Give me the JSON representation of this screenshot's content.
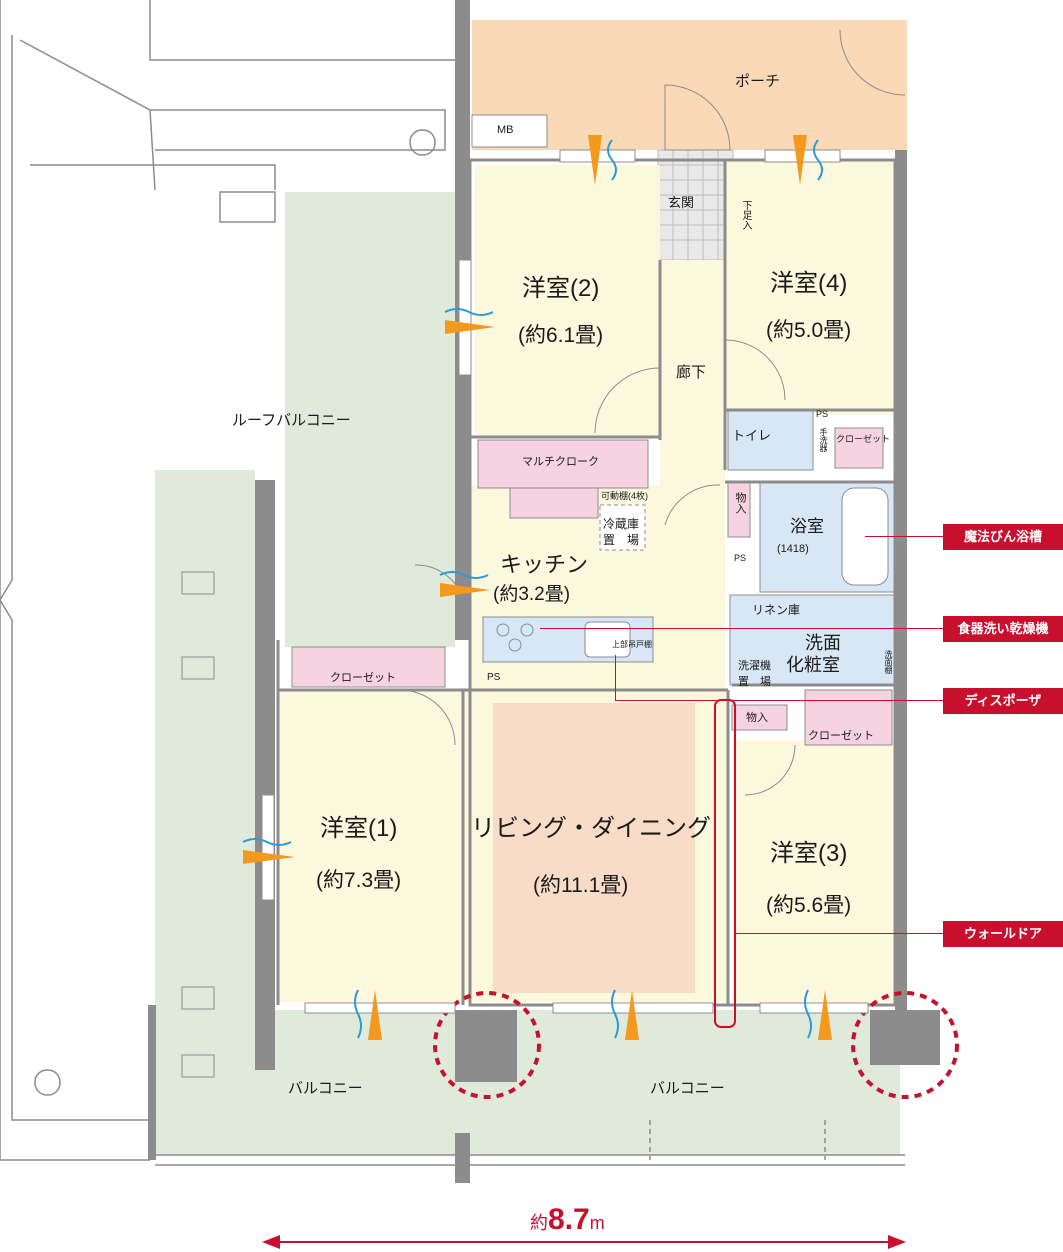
{
  "rooms": {
    "porch": "ポーチ",
    "mb": "MB",
    "genkan": "玄関",
    "shoe": "下足入",
    "room2": "洋室(2)",
    "room2_size": "(約6.1畳)",
    "room4": "洋室(4)",
    "room4_size": "(約5.0畳)",
    "hall": "廊下",
    "roof_balcony": "ルーフバルコニー",
    "toilet": "トイレ",
    "ps": "PS",
    "closet": "クローゼット",
    "multi_cloak": "マルチクローク",
    "movable_shelf": "可動棚(4枚)",
    "storage": "物入",
    "bath": "浴室",
    "bath_size": "(1418)",
    "fridge_1": "冷蔵庫",
    "fridge_2": "置　場",
    "kitchen": "キッチン",
    "kitchen_size": "(約3.2畳)",
    "linen": "リネン庫",
    "washroom_1": "洗面",
    "washroom_2": "化粧室",
    "washer_1": "洗濯機",
    "washer_2": "置　場",
    "upper_cabinet": "上部吊戸棚",
    "room1": "洋室(1)",
    "room1_size": "(約7.3畳)",
    "living": "リビング・ダイニング",
    "living_size": "(約11.1畳)",
    "room3": "洋室(3)",
    "room3_size": "(約5.6畳)",
    "balcony": "バルコニー",
    "handwash": "手洗器",
    "toilet_shelf": "洗面棚"
  },
  "callouts": {
    "magic_bath": "魔法びん浴槽",
    "dishwasher": "食器洗い乾燥機",
    "disposer": "ディスポーザ",
    "wall_door": "ウォールドア"
  },
  "dimension": {
    "prefix": "約",
    "value": "8.7",
    "unit": "m"
  },
  "colors": {
    "porch": "#f9d9b6",
    "room": "#fcf8de",
    "wet_area": "#d8e7f5",
    "closet": "#f7d3e2",
    "balcony": "#dfeadb",
    "living_floor": "#f9dcc7",
    "accent": "#c8102e",
    "wall": "#8c8c8c"
  }
}
